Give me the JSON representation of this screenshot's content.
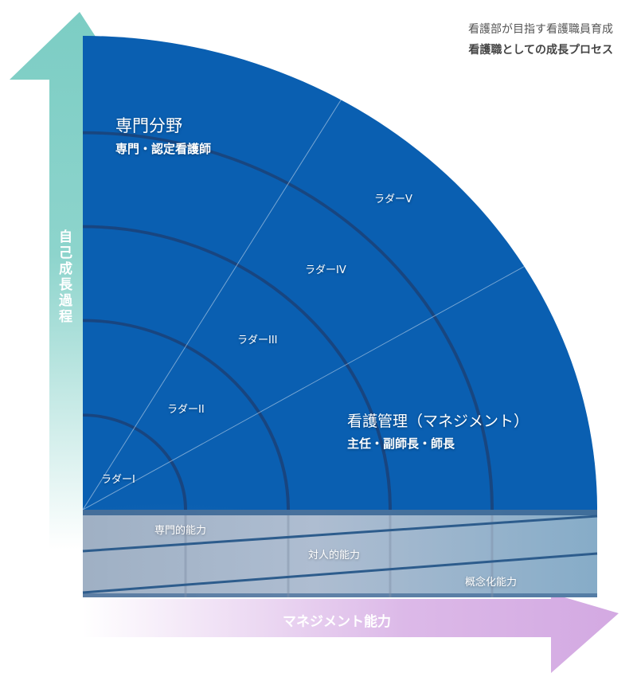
{
  "header": {
    "subtitle": "看護部が目指す看護職員育成",
    "title": "看護職としての成長プロセス"
  },
  "axes": {
    "vertical": "自己成長過程",
    "horizontal": "マネジメント能力"
  },
  "sectors": {
    "specialty": {
      "title": "専門分野",
      "sub": "専門・認定看護師"
    },
    "management": {
      "title": "看護管理（マネジメント）",
      "sub": "主任・副師長・師長"
    }
  },
  "ladders": [
    "ラダーI",
    "ラダーII",
    "ラダーIII",
    "ラダーIV",
    "ラダーV"
  ],
  "abilities": [
    "専門的能力",
    "対人的能力",
    "概念化能力"
  ],
  "colors": {
    "teal": "#7ccdc4",
    "purple": "#d3a9e2",
    "blue_dark": "#0a4fae",
    "blue_light": "#b9c7dc"
  }
}
